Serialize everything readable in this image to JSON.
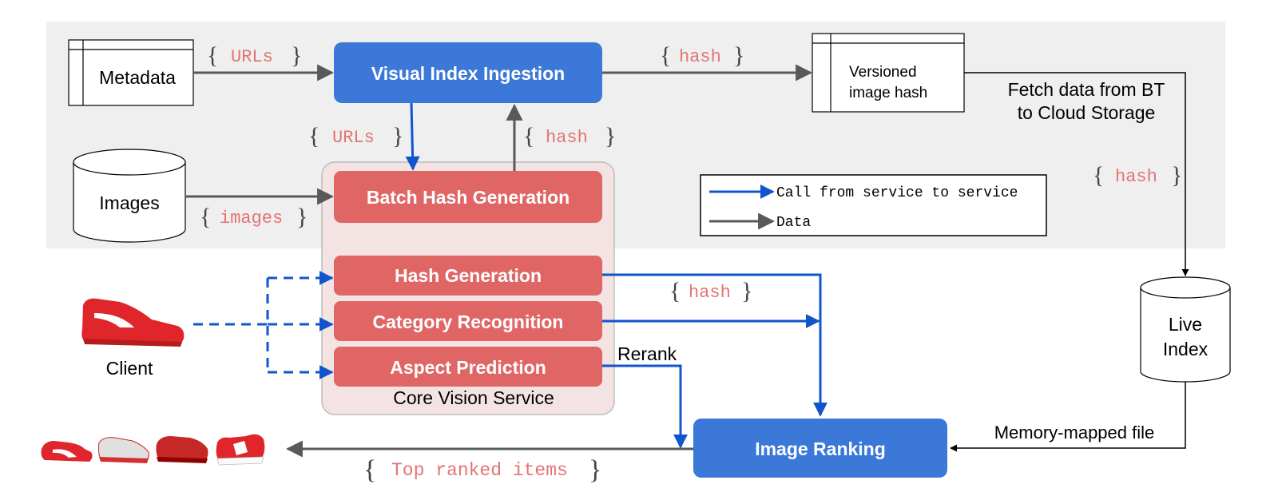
{
  "nodes": {
    "metadata": "Metadata",
    "images": "Images",
    "visual_index_ingestion": "Visual Index Ingestion",
    "versioned_hash": [
      "Versioned",
      "image hash"
    ],
    "batch_hash_generation": "Batch Hash Generation",
    "hash_generation": "Hash Generation",
    "category_recognition": "Category Recognition",
    "aspect_prediction": "Aspect Prediction",
    "core_vision_service": "Core Vision Service",
    "client": "Client",
    "image_ranking": "Image Ranking",
    "live_index": [
      "Live",
      "Index"
    ]
  },
  "edge_labels": {
    "urls_top": "URLs",
    "hash_top": "hash",
    "urls_mid": "URLs",
    "hash_mid": "hash",
    "images": "images",
    "hash_right": "hash",
    "hash_ranking": "hash",
    "top_ranked": "Top ranked items",
    "fetch_data": [
      "Fetch data from BT",
      "to Cloud Storage"
    ],
    "memory_mapped": "Memory-mapped file",
    "rerank": "Rerank"
  },
  "legend": {
    "call": "Call from service to service",
    "data": "Data"
  },
  "colors": {
    "service_blue": "#3b78d8",
    "service_red": "#e06666",
    "call_arrow": "#1155cc",
    "data_arrow": "#595959",
    "panel_gray": "#efefef",
    "core_bg": "#f4e3e3",
    "mono_text": "#e57373"
  },
  "icons": [
    "red-sneaker-icon",
    "red-sneaker-icon",
    "white-sneaker-icon",
    "red-sneaker-icon",
    "red-sneaker-icon"
  ]
}
